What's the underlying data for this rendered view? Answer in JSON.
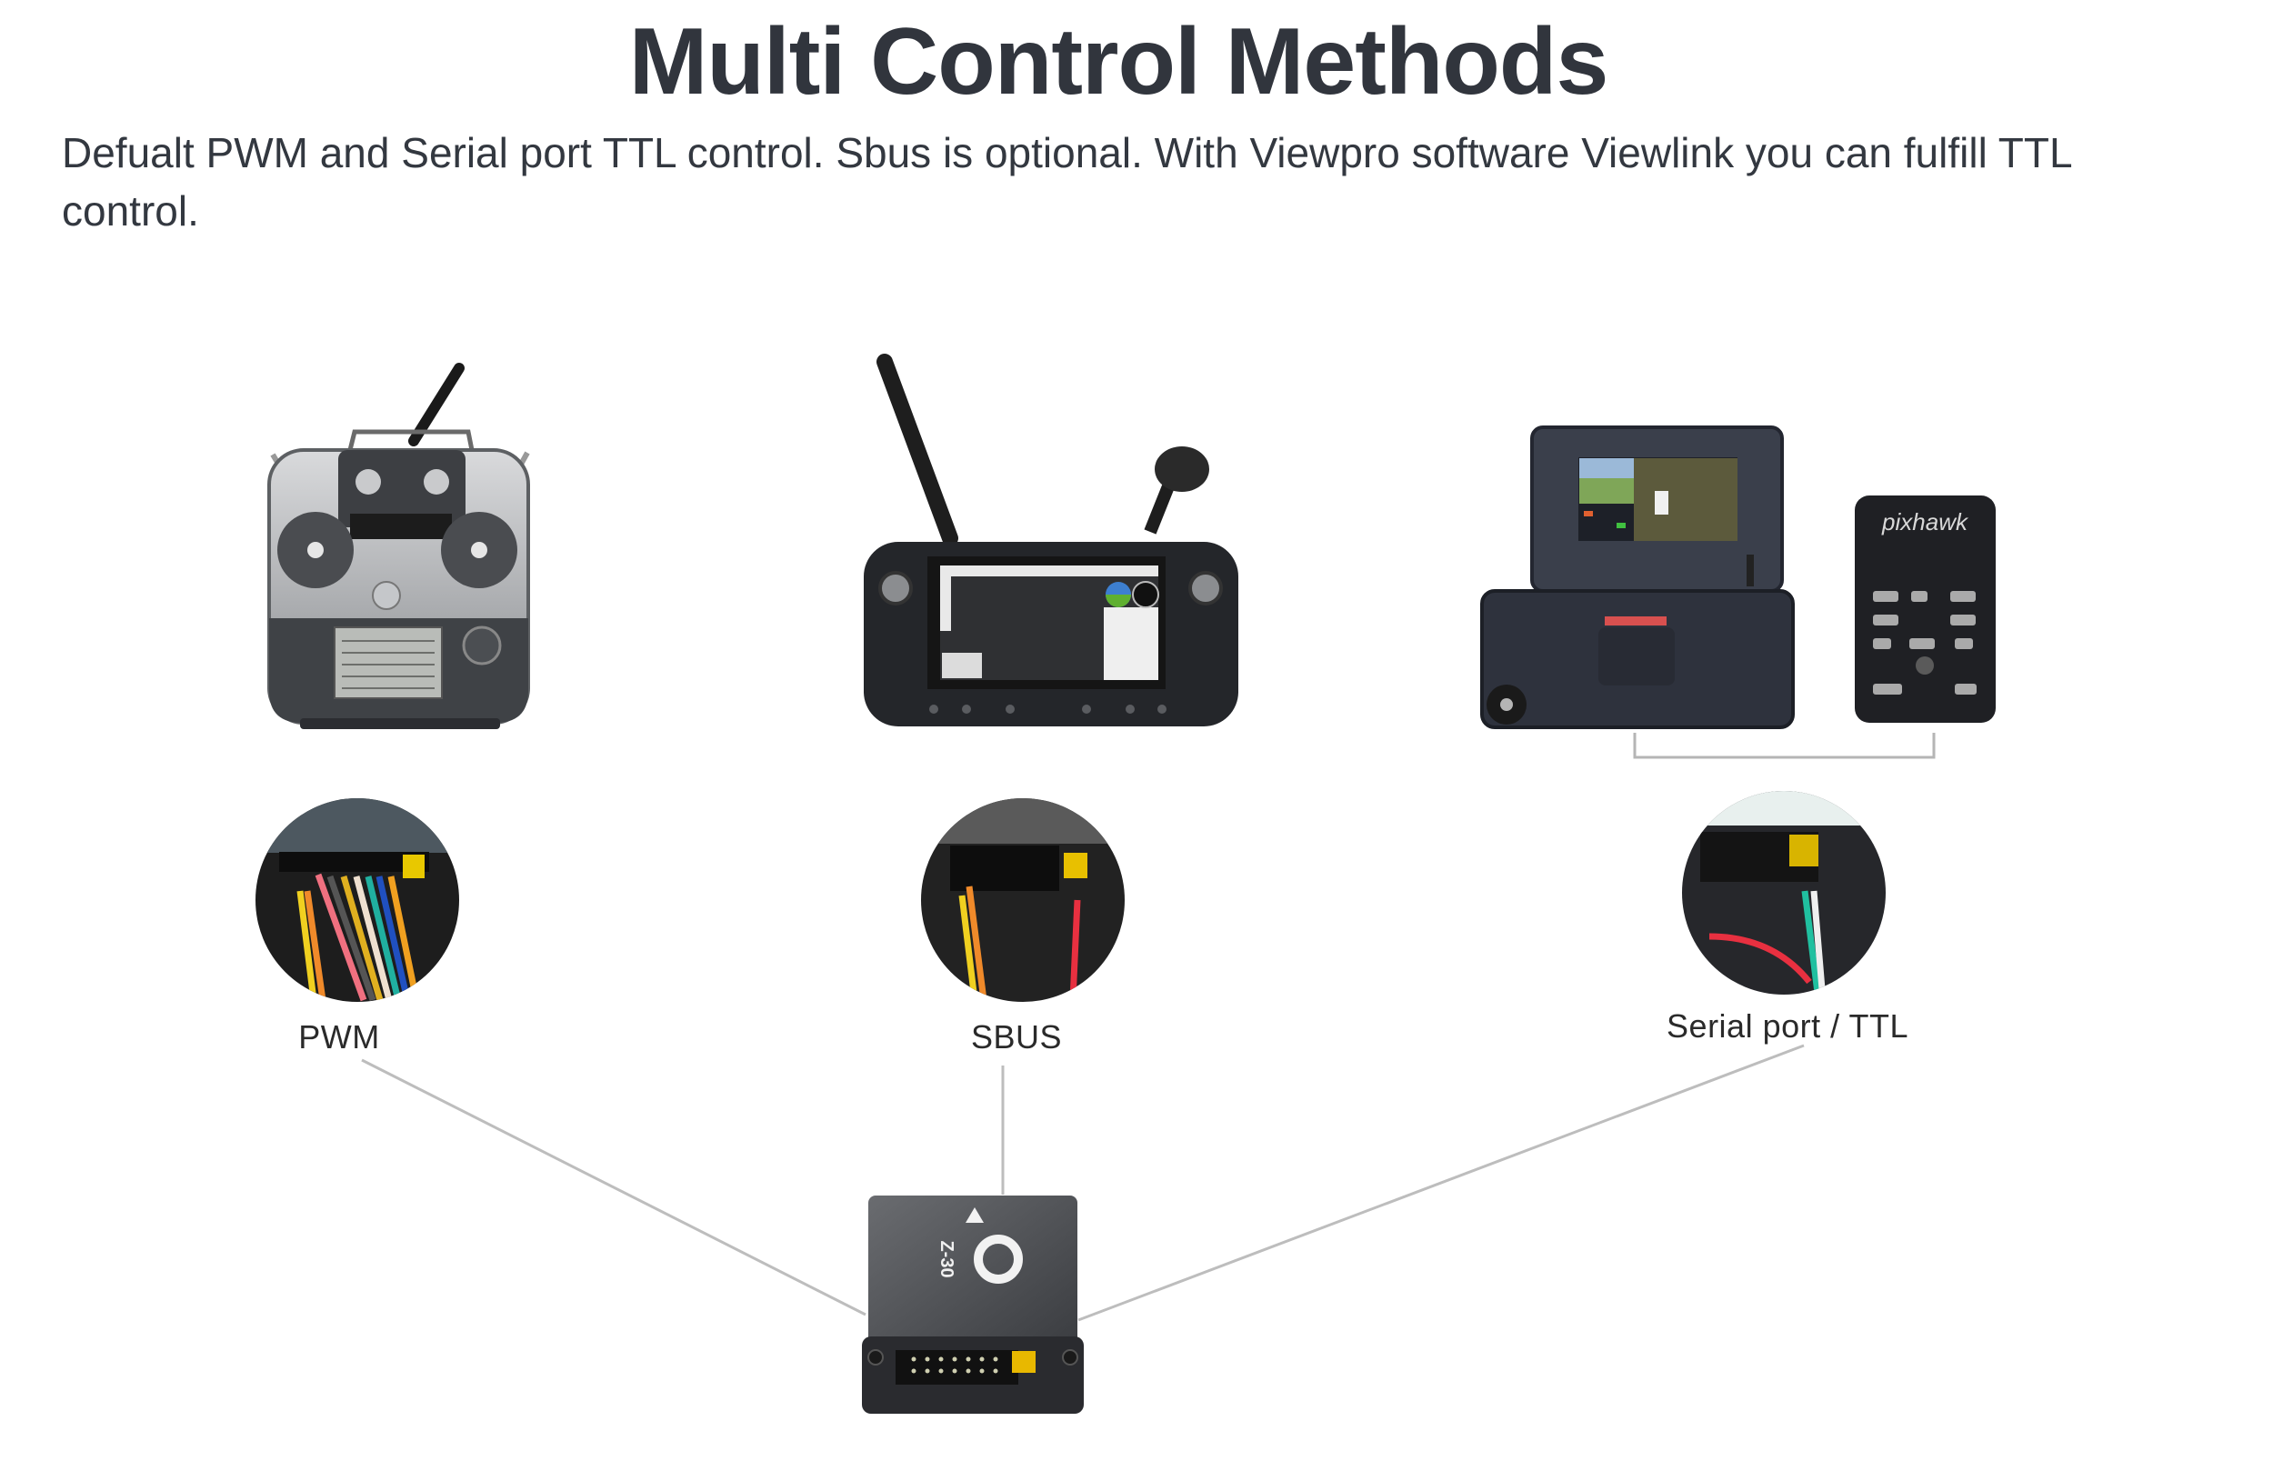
{
  "header": {
    "title": "Multi Control Methods",
    "description": "Defualt PWM and Serial port TTL control. Sbus is optional. With Viewpro software Viewlink you can fulfill TTL control."
  },
  "methods": [
    {
      "label": "PWM",
      "device": "rc-transmitter",
      "connector_wires": [
        "#f08a2a",
        "#f0d020",
        "#f06070",
        "#555555",
        "#e0b020",
        "#f0e0d0",
        "#20b0a0",
        "#2050c0",
        "#f0a020"
      ]
    },
    {
      "label": "SBUS",
      "device": "handheld-ground-control-station",
      "connector_wires": [
        "#f0d020",
        "#f08a2a",
        "#e83040"
      ]
    },
    {
      "label": "Serial port / TTL",
      "device": "ground-station-case-and-pixhawk",
      "connector_wires": [
        "#e83040",
        "#20c0a0",
        "#f0f0f0",
        "#333333"
      ]
    }
  ],
  "hub": {
    "model_text": "Z-30",
    "device": "gimbal-control-board"
  },
  "devices": {
    "pixhawk_text": "pixhawk"
  },
  "colors": {
    "text_dark": "#31353d",
    "connector_line": "#b8b8b8",
    "device_dark": "#2b2d31",
    "jumper_yellow": "#e8b800"
  }
}
